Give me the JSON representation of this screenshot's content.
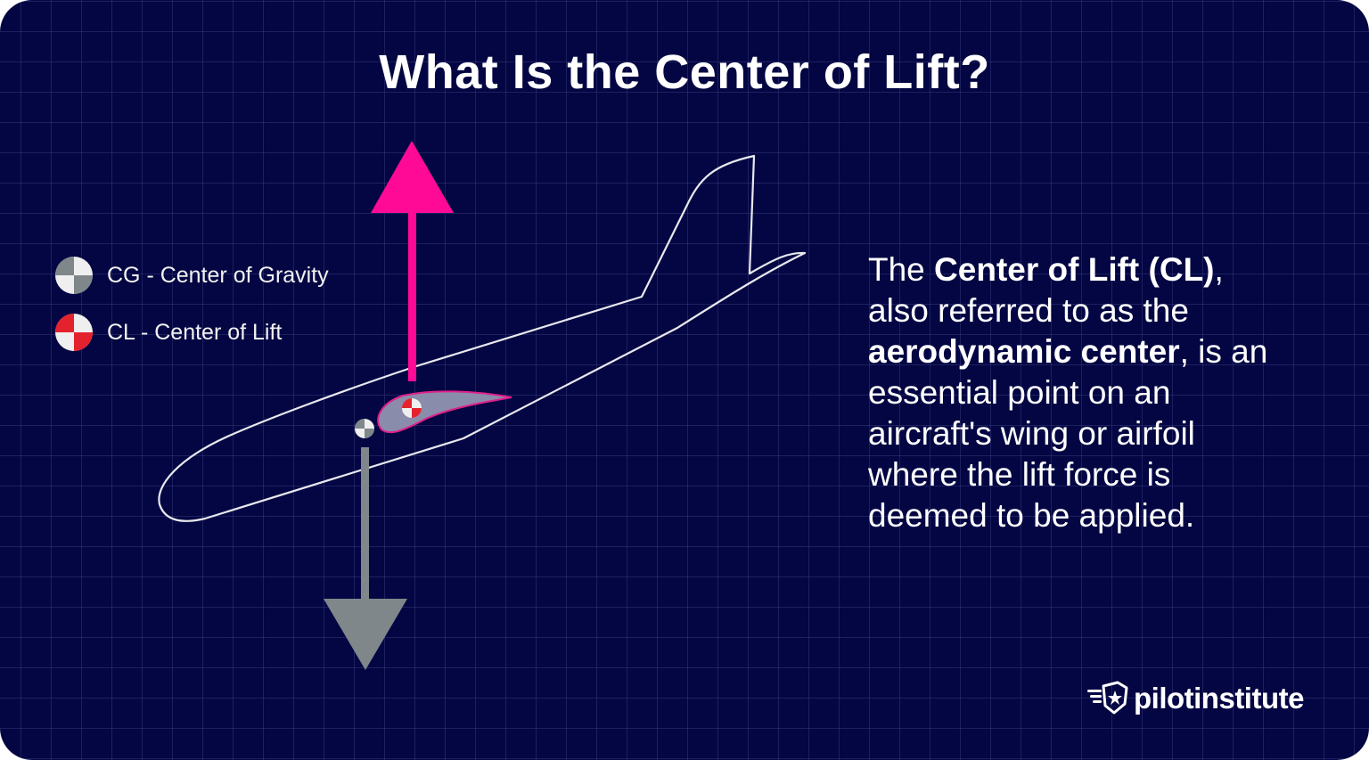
{
  "title": "What Is the Center of Lift?",
  "legend": {
    "items": [
      {
        "icon": "cg-marker-icon",
        "label": "CG - Center of Gravity"
      },
      {
        "icon": "cl-marker-icon",
        "label": "CL - Center of Lift"
      }
    ]
  },
  "description": {
    "p1": "The ",
    "b1": "Center of Lift (CL)",
    "p2": ", also referred to as the ",
    "b2": "aerodynamic center",
    "p3": ", is an essential point on an aircraft's wing or airfoil where the lift force is deemed to be applied."
  },
  "diagram": {
    "lift_arrow_color": "#ff0a96",
    "weight_arrow_color": "#7f878a",
    "airfoil_fill": "#8a8cab",
    "airfoil_stroke": "#e0208a",
    "outline_color": "#e8e8ee",
    "cg_colors": [
      "#7f878a",
      "#efefef"
    ],
    "cl_colors": [
      "#e4222e",
      "#efefef"
    ]
  },
  "logo": {
    "text": "pilotinstitute"
  },
  "colors": {
    "background": "#030642",
    "grid": "#1c2060",
    "text": "#ffffff"
  }
}
